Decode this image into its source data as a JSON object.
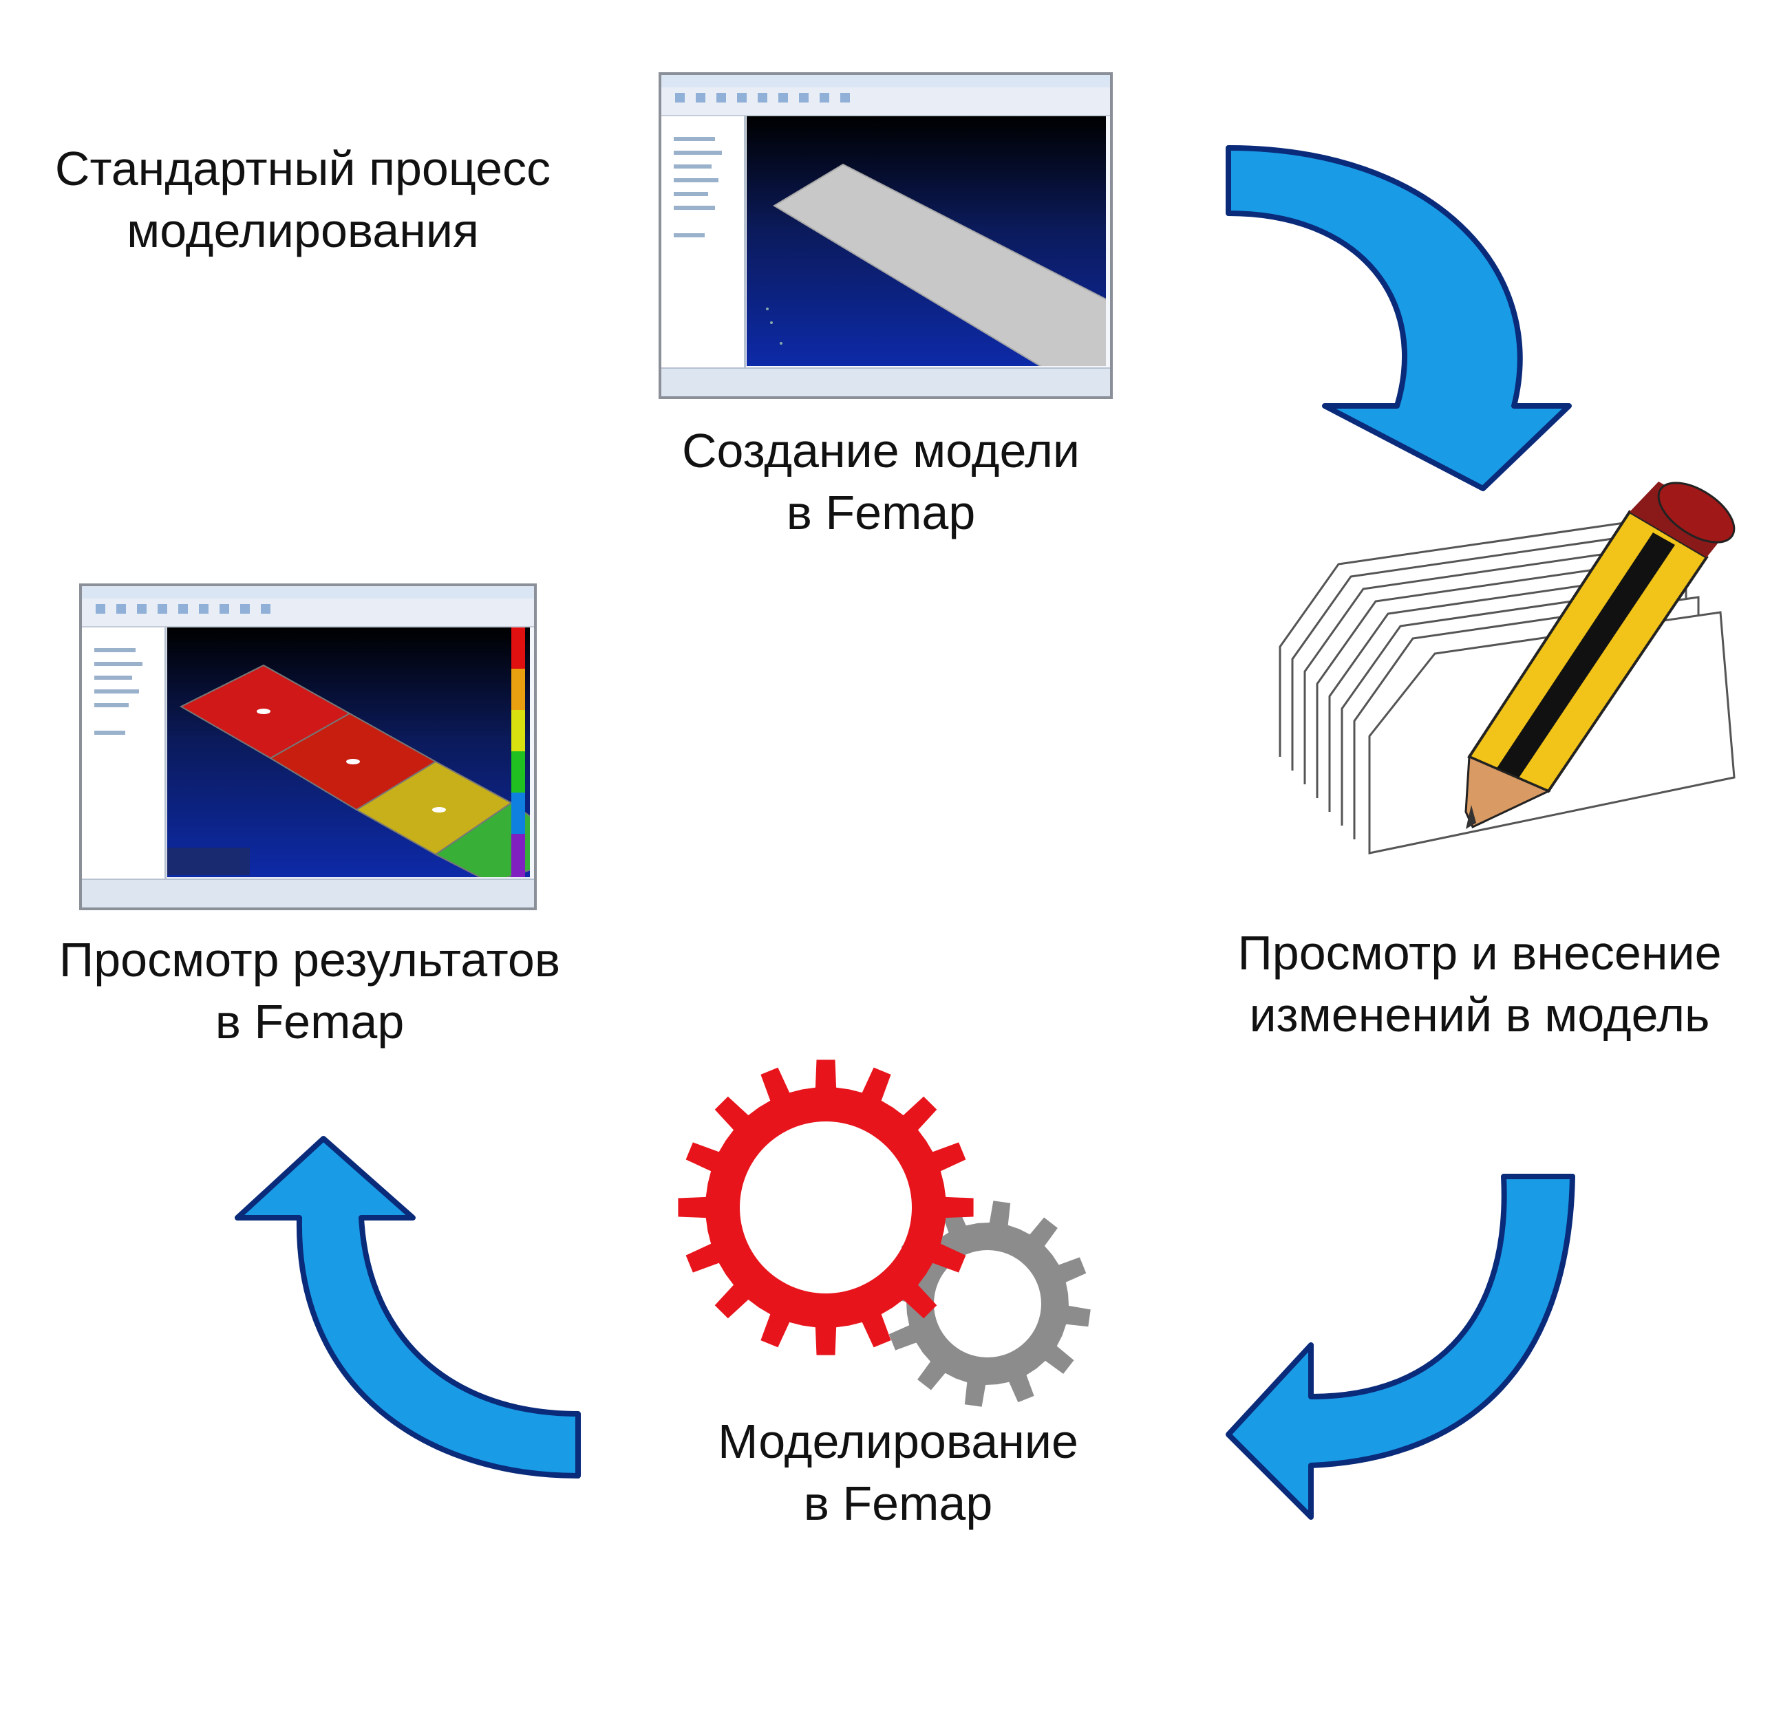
{
  "title": {
    "line1": "Стандартный процесс",
    "line2": "моделирования"
  },
  "steps": {
    "create": {
      "line1": "Создание модели",
      "line2": "в Femap"
    },
    "review": {
      "line1": "Просмотр и внесение",
      "line2": "изменений в модель"
    },
    "simulate": {
      "line1": "Моделирование",
      "line2": "в Femap"
    },
    "results": {
      "line1": "Просмотр результатов",
      "line2": "в Femap"
    }
  },
  "icons": {
    "create": "femap-model-screenshot-icon",
    "review": "document-pencil-icon",
    "simulate": "gears-icon",
    "results": "femap-results-screenshot-icon",
    "flow": "curved-arrow-icon"
  },
  "colors": {
    "arrow": "#1a9be6",
    "arrow_outline": "#0a2a7a",
    "gear_large": "#e8141c",
    "gear_small": "#8c8c8c",
    "pencil_body": "#f2c318"
  }
}
